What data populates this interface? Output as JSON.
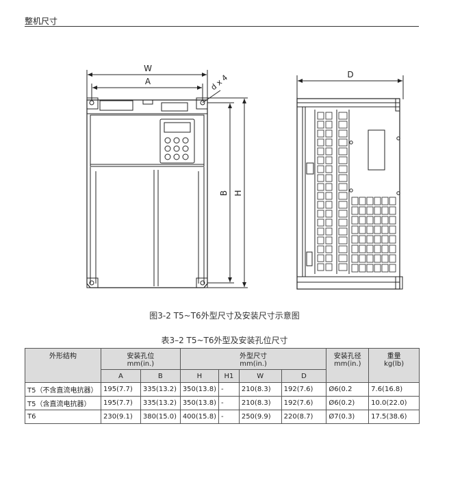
{
  "header": {
    "title": "整机尺寸"
  },
  "figure": {
    "caption": "图3-2 T5~T6外型尺寸及安装尺寸示意图",
    "labels": {
      "W": "W",
      "A": "A",
      "dx4": "d x 4",
      "B": "B",
      "H": "H",
      "D": "D"
    },
    "keypad_keys": 9
  },
  "table": {
    "caption": "表3–2 T5~T6外型及安装孔位尺寸",
    "headers": {
      "structure": "外形结构",
      "mount_pos": "安装孔位",
      "mount_pos_unit": "mm(in.)",
      "outline": "外型尺寸",
      "outline_unit": "mm(in.)",
      "hole_dia": "安装孔径",
      "hole_dia_unit": "mm(in.)",
      "weight": "重量",
      "weight_unit": "kg(lb)",
      "A": "A",
      "B": "B",
      "H": "H",
      "H1": "H1",
      "W": "W",
      "D": "D"
    },
    "rows": [
      {
        "structure": "T5（不含直流电抗器）",
        "A": "195(7.7)",
        "B": "335(13.2)",
        "H": "350(13.8)",
        "H1": "-",
        "W": "210(8.3)",
        "D": "192(7.6)",
        "hole": "Ø6(0.2",
        "weight": "7.6(16.8)"
      },
      {
        "structure": "T5（含直流电抗器）",
        "A": "195(7.7)",
        "B": "335(13.2)",
        "H": "350(13.8)",
        "H1": "-",
        "W": "210(8.3)",
        "D": "192(7.6)",
        "hole": "Ø6(0.2)",
        "weight": "10.0(22.0)"
      },
      {
        "structure": "T6",
        "A": "230(9.1)",
        "B": "380(15.0)",
        "H": "400(15.8)",
        "H1": "-",
        "W": "250(9.9)",
        "D": "220(8.7)",
        "hole": "Ø7(0.3)",
        "weight": "17.5(38.6)"
      }
    ]
  }
}
